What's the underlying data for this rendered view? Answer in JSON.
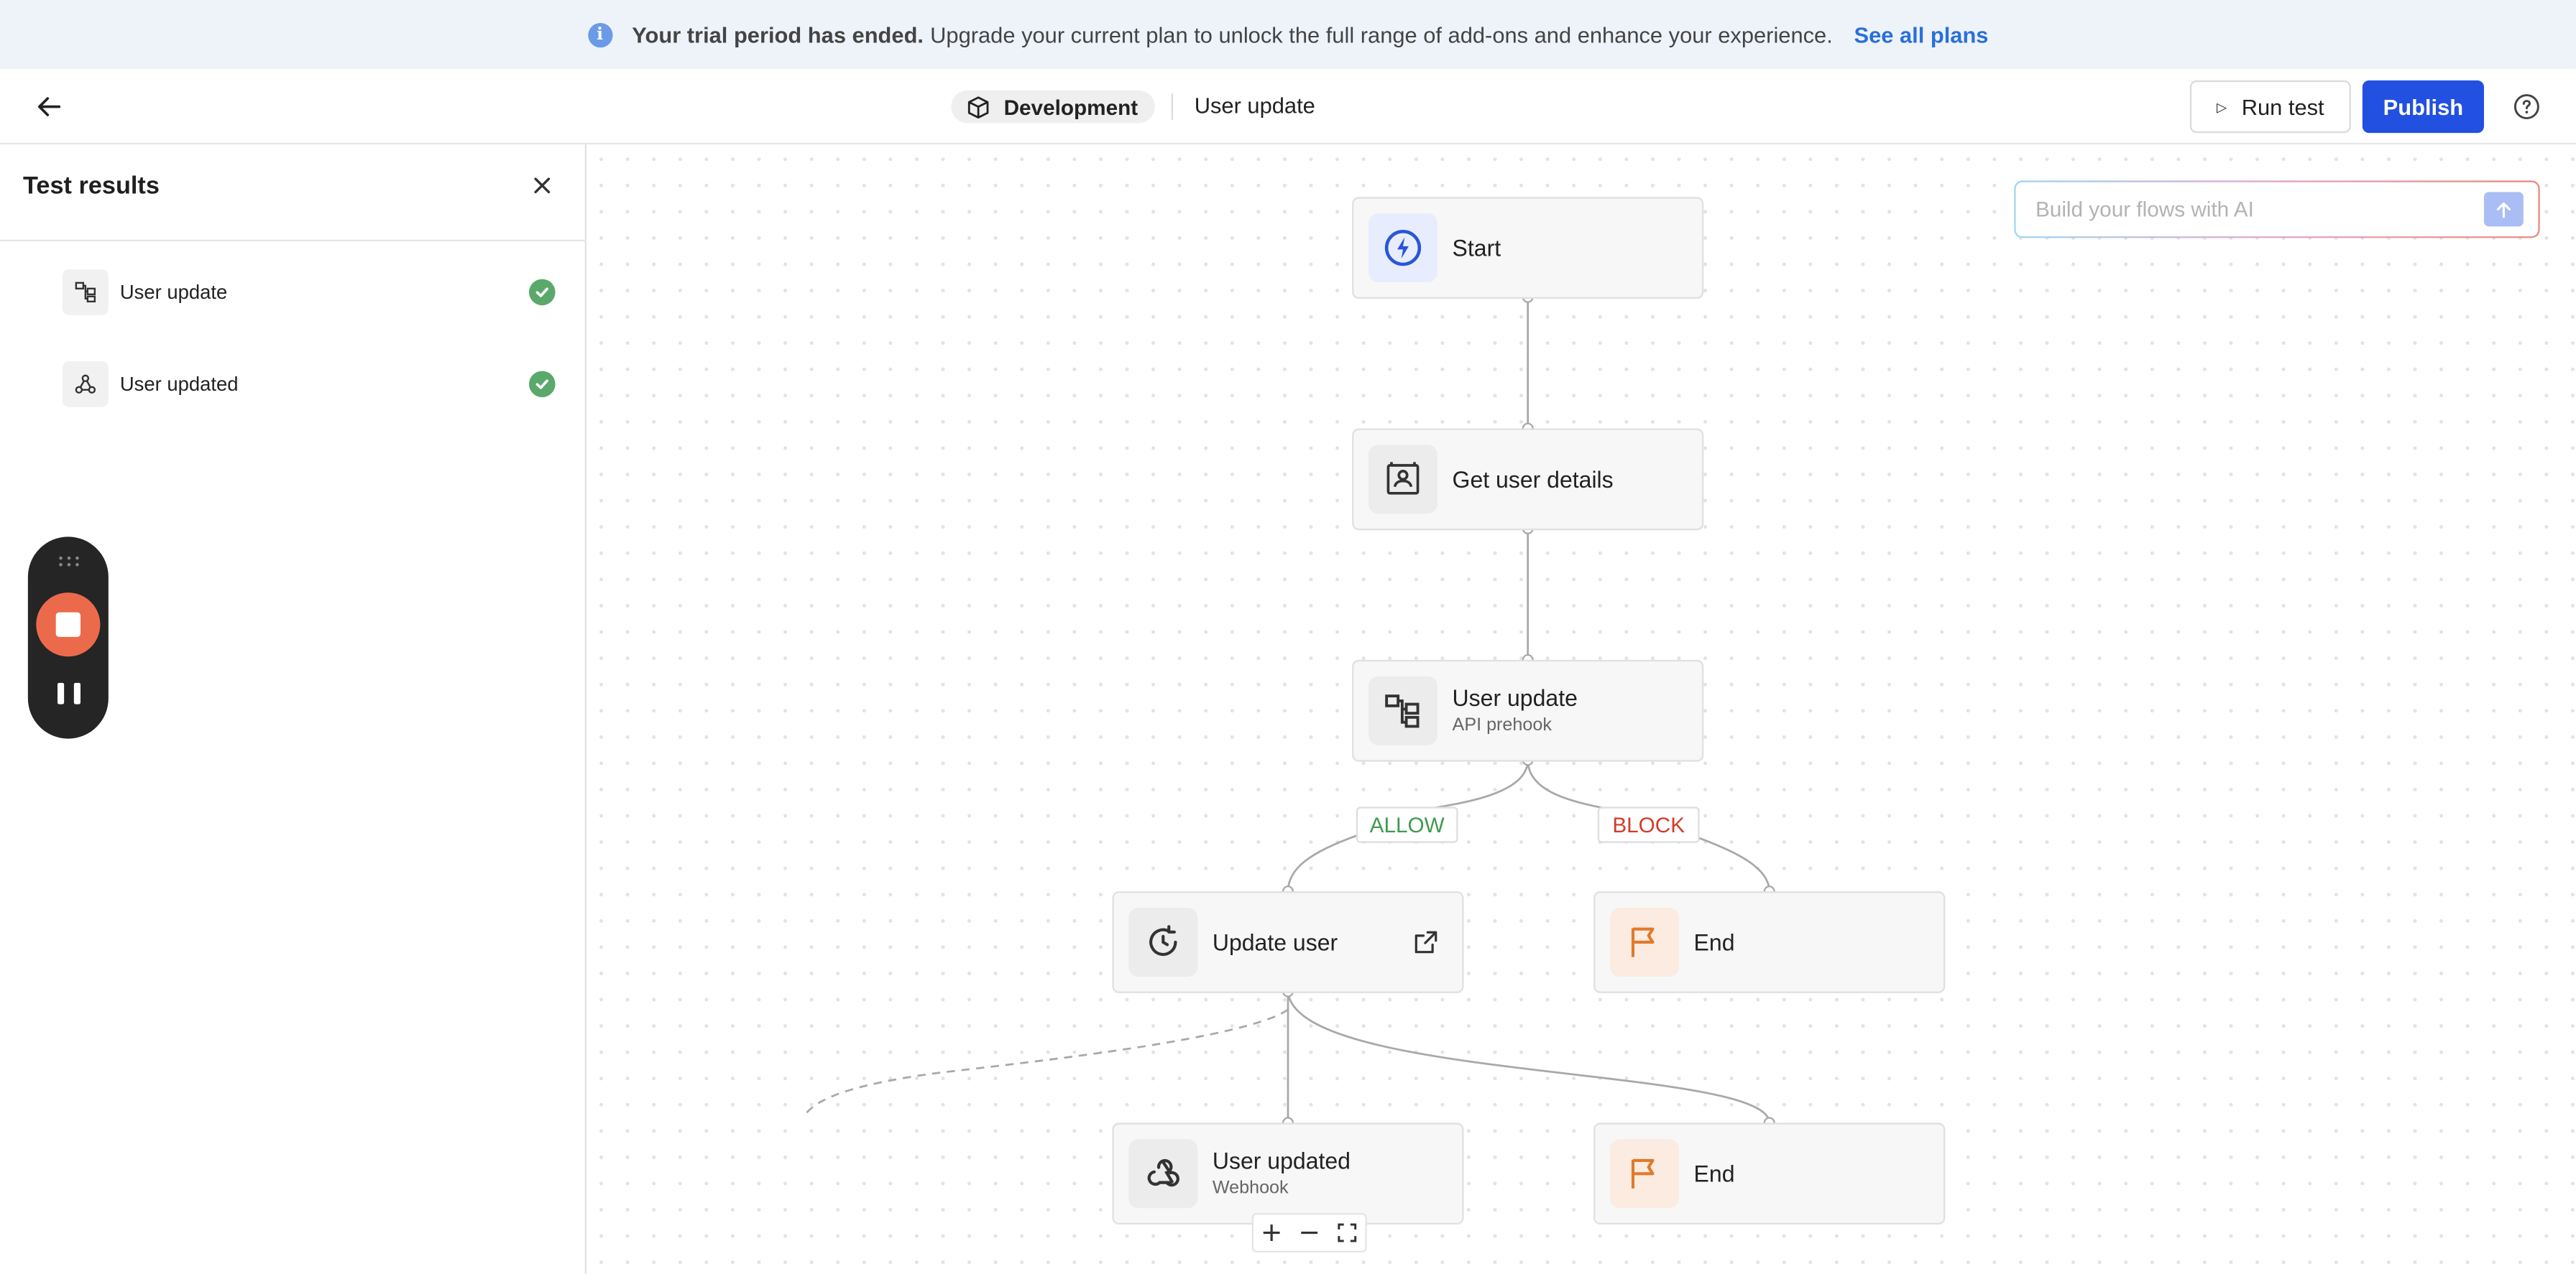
{
  "banner": {
    "bold_text": "Your trial period has ended.",
    "text": "Upgrade your current plan to unlock the full range of add-ons and enhance your experience.",
    "link": "See all plans",
    "icon": "info-icon"
  },
  "header": {
    "environment": "Development",
    "flow_title": "User update",
    "run_test_label": "Run test",
    "publish_label": "Publish"
  },
  "panel": {
    "title": "Test results",
    "results": [
      {
        "label": "User update",
        "icon": "flow-icon",
        "status": "success"
      },
      {
        "label": "User updated",
        "icon": "webhook-icon",
        "status": "success"
      }
    ]
  },
  "canvas": {
    "ai_placeholder": "Build your flows with AI",
    "nodes": {
      "start": {
        "title": "Start",
        "icon": "bolt-icon"
      },
      "get_user": {
        "title": "Get user details",
        "icon": "contact-card-icon"
      },
      "user_update": {
        "title": "User update",
        "subtitle": "API prehook",
        "icon": "flow-icon"
      },
      "update_user": {
        "title": "Update user",
        "icon": "refresh-icon"
      },
      "end_block": {
        "title": "End",
        "icon": "flag-icon"
      },
      "user_updated": {
        "title": "User updated",
        "subtitle": "Webhook",
        "icon": "webhook-icon"
      },
      "end_final": {
        "title": "End",
        "icon": "flag-icon"
      }
    },
    "branches": {
      "allow": "ALLOW",
      "block": "BLOCK"
    }
  },
  "colors": {
    "primary": "#2250e0",
    "allow": "#3f9a4f",
    "block": "#d33a2a",
    "success": "#5aa96a",
    "record": "#ec6a4c"
  }
}
